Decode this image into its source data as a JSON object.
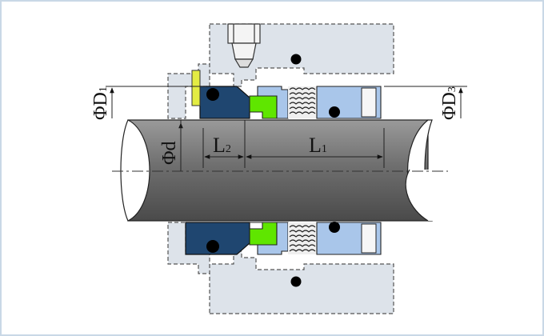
{
  "labels": {
    "d1": {
      "symbol": "Φ",
      "main": "D",
      "sub": "1"
    },
    "d3": {
      "symbol": "Φ",
      "main": "D",
      "sub": "3"
    },
    "d": {
      "symbol": "Φ",
      "main": "d"
    },
    "l1": {
      "main": "L",
      "sub": "1"
    },
    "l2": {
      "main": "L",
      "sub": "2"
    }
  },
  "colors": {
    "frame_border": "#c9d8e6",
    "housing_fill": "#dde3ea",
    "shaft": "#6f6f6f",
    "rotating_ring": "#1f4670",
    "seat_ring": "#5fe600",
    "stationary_ring": "#a9c6ea",
    "pin": "#e3ec43",
    "spring": "#cfcfcf",
    "o_ring": "#000000"
  }
}
